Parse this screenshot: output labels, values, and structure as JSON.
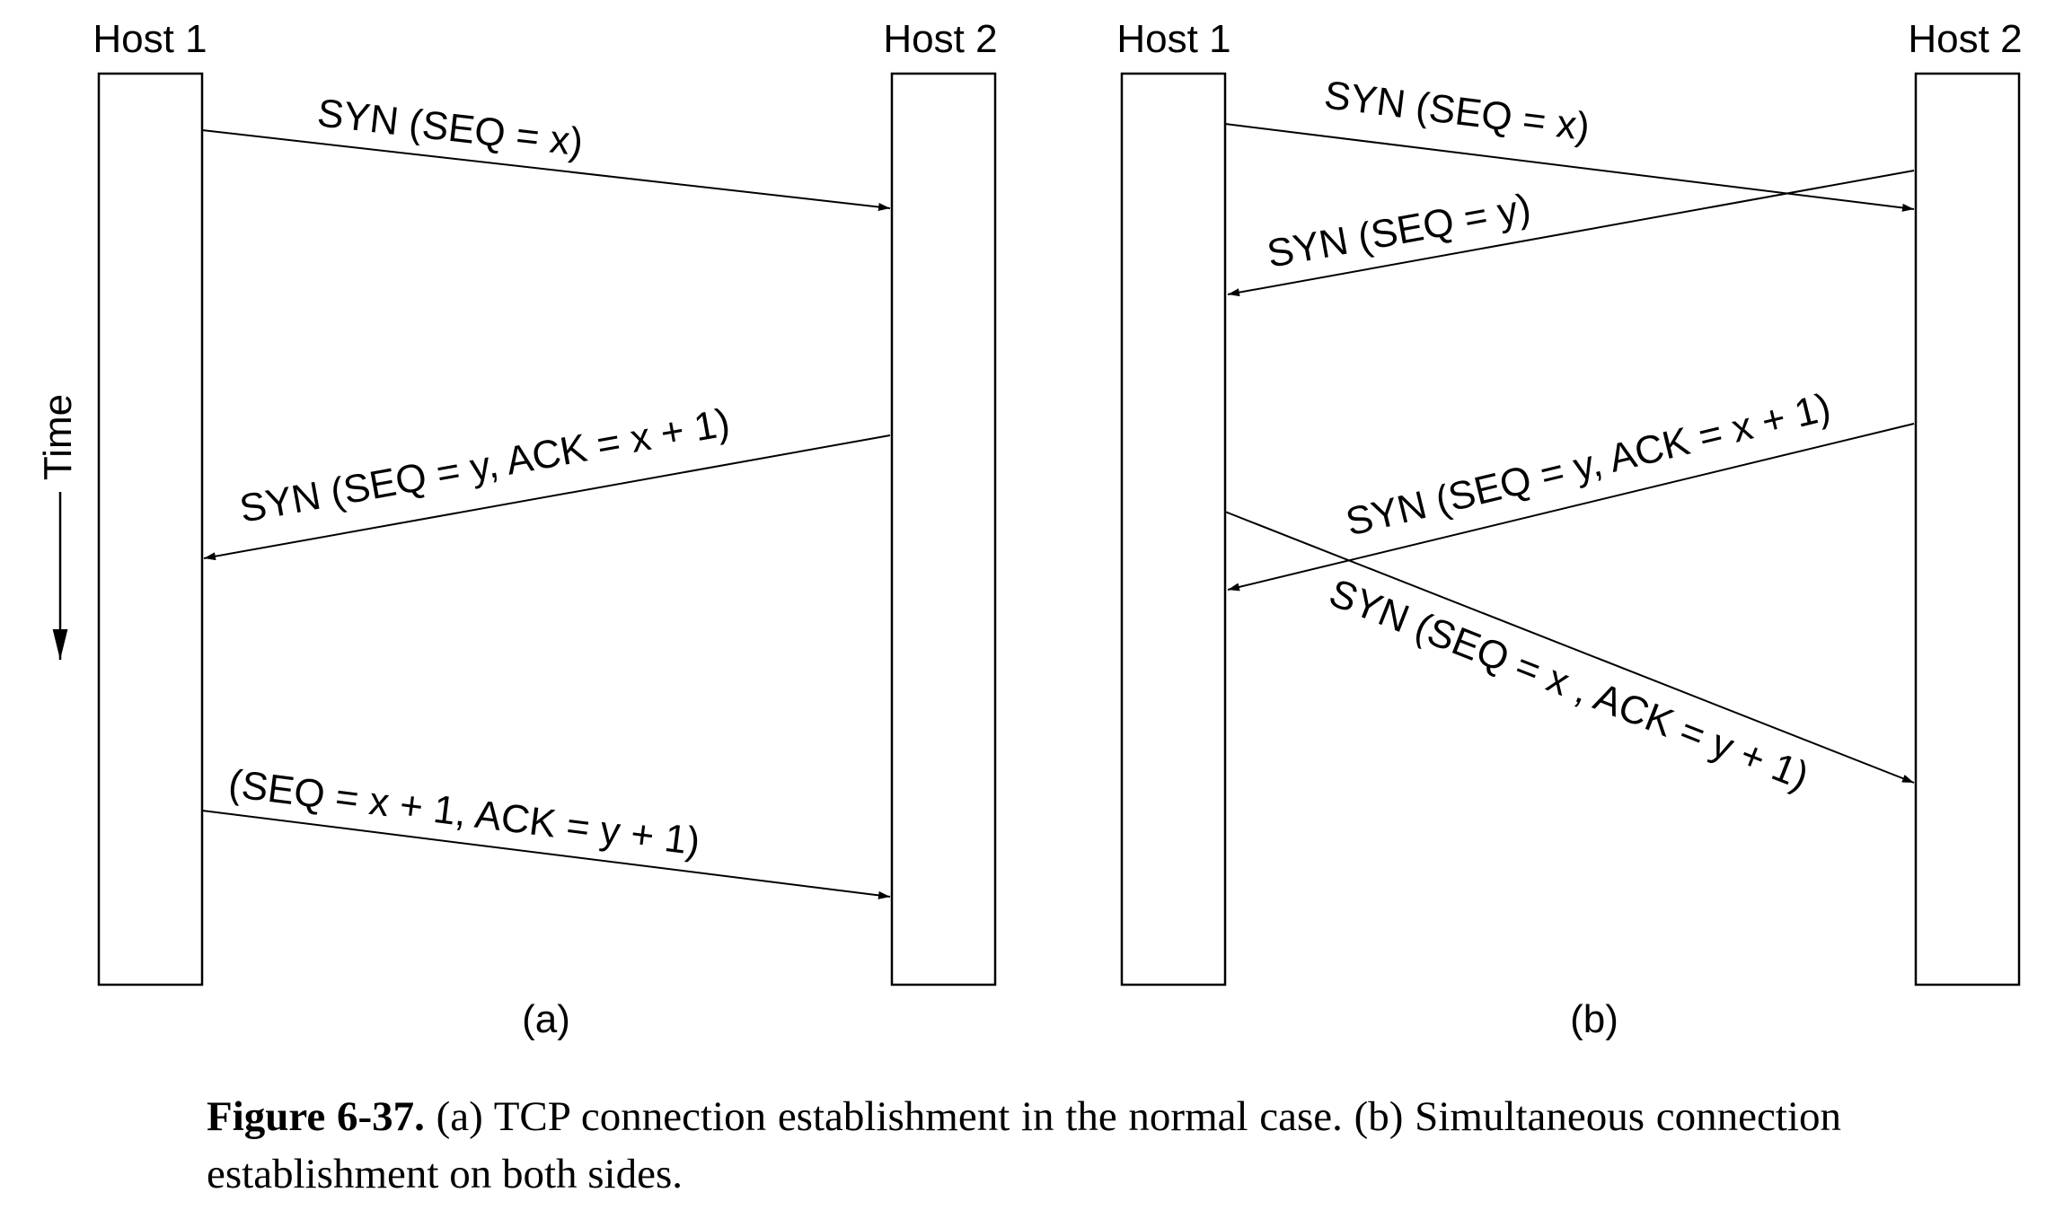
{
  "diagram_a": {
    "label": "(a)",
    "host_left": "Host 1",
    "host_right": "Host 2",
    "time_label": "Time",
    "messages": [
      "SYN (SEQ = x)",
      "SYN (SEQ = y, ACK = x + 1)",
      "(SEQ = x + 1, ACK = y + 1)"
    ]
  },
  "diagram_b": {
    "label": "(b)",
    "host_left": "Host 1",
    "host_right": "Host 2",
    "messages": [
      "SYN (SEQ = x)",
      "SYN (SEQ = y)",
      "SYN (SEQ = y, ACK = x + 1)",
      "SYN (SEQ = x , ACK = y + 1)"
    ]
  },
  "caption": {
    "figure_number": "Figure 6-37.",
    "text": "(a) TCP connection establishment in the normal case.  (b) Simultaneous connection establishment on both sides."
  },
  "colors": {
    "stroke": "#000000",
    "background": "#ffffff"
  }
}
